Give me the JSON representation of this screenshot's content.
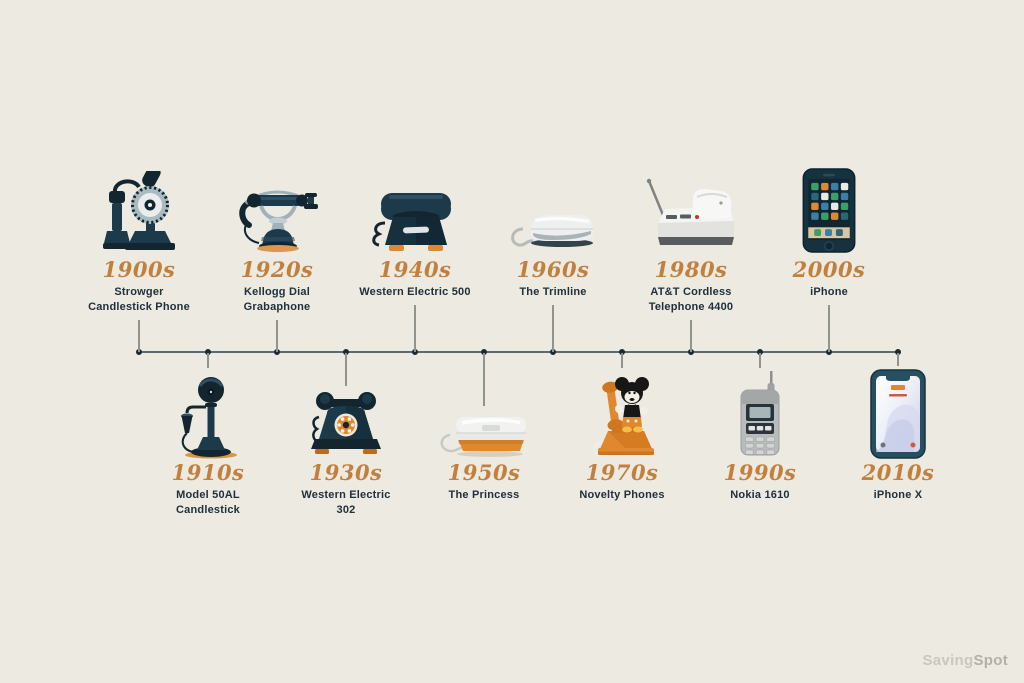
{
  "colors": {
    "background": "#edeae1",
    "decade_accent": "#c2803f",
    "name_text": "#20313c",
    "timeline_line": "#5c6a70",
    "timeline_dot": "#1a2a32",
    "phone_navy": "#1d3a4a",
    "phone_orange": "#e0882e"
  },
  "timeline": {
    "top": [
      {
        "decade": "1900s",
        "name": "Strowger\nCandlestick Phone",
        "icon": "strowger-candlestick-phone-icon"
      },
      {
        "decade": "1920s",
        "name": "Kellogg Dial\nGrabaphone",
        "icon": "kellogg-grabaphone-icon"
      },
      {
        "decade": "1940s",
        "name": "Western Electric 500",
        "icon": "western-electric-500-icon"
      },
      {
        "decade": "1960s",
        "name": "The Trimline",
        "icon": "trimline-phone-icon"
      },
      {
        "decade": "1980s",
        "name": "AT&T Cordless\nTelephone 4400",
        "icon": "att-cordless-4400-icon"
      },
      {
        "decade": "2000s",
        "name": "iPhone",
        "icon": "iphone-icon"
      }
    ],
    "bottom": [
      {
        "decade": "1910s",
        "name": "Model 50AL\nCandlestick",
        "icon": "model-50al-candlestick-icon"
      },
      {
        "decade": "1930s",
        "name": "Western Electric\n302",
        "icon": "western-electric-302-icon"
      },
      {
        "decade": "1950s",
        "name": "The Princess",
        "icon": "princess-phone-icon"
      },
      {
        "decade": "1970s",
        "name": "Novelty Phones",
        "icon": "mickey-novelty-phone-icon"
      },
      {
        "decade": "1990s",
        "name": "Nokia 1610",
        "icon": "nokia-1610-icon"
      },
      {
        "decade": "2010s",
        "name": "iPhone X",
        "icon": "iphone-x-icon"
      }
    ]
  },
  "footer": {
    "brand_light": "Saving",
    "brand_bold": "Spot"
  }
}
